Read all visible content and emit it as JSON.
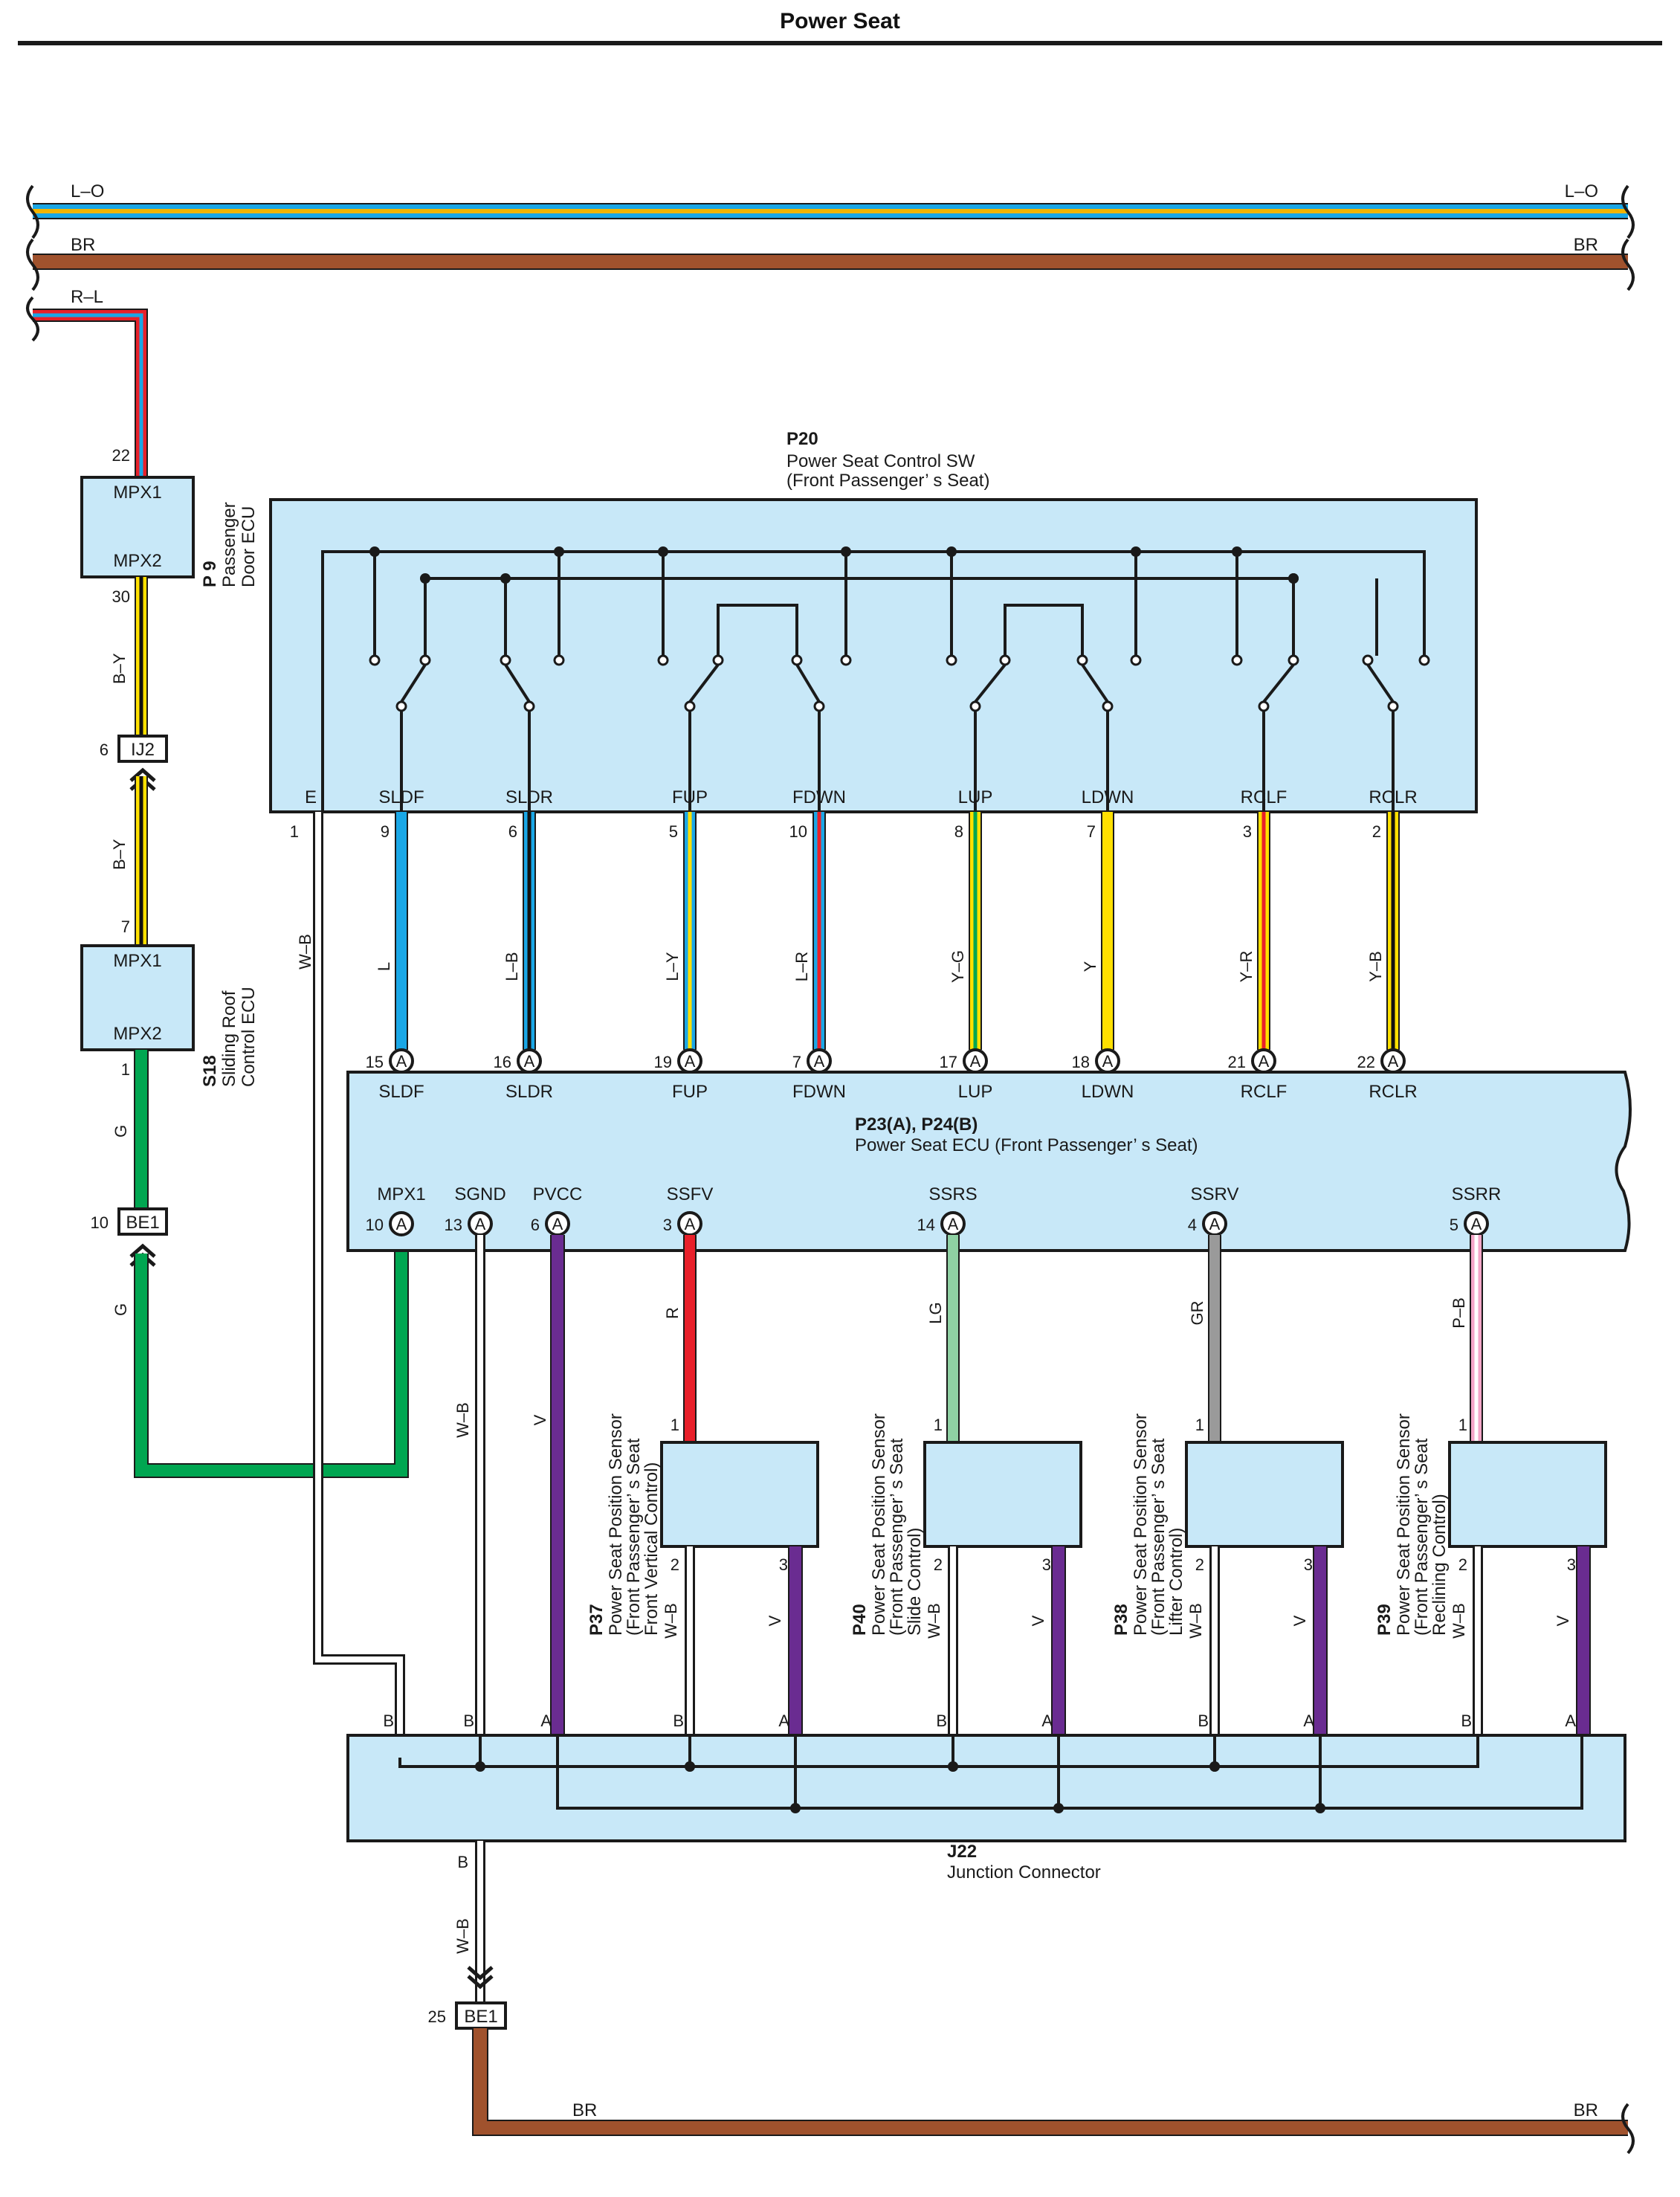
{
  "title": "Power Seat",
  "colors": {
    "box_fill": "#c8e8f8",
    "L": "#1aa7e6",
    "O": "#f4b400",
    "BR": "#a0522d",
    "R": "#e8202a",
    "Y": "#ffe000",
    "B": "#111111",
    "G": "#00a651",
    "W": "#ffffff",
    "V": "#6a2c91",
    "LG": "#8fd1a3",
    "GR": "#9a9a9a",
    "P": "#f4a6c8"
  },
  "buses": [
    {
      "id": "lo",
      "label_left": "L–O",
      "label_right": "L–O"
    },
    {
      "id": "br_top",
      "label_left": "BR",
      "label_right": "BR"
    },
    {
      "id": "rl",
      "label_left": "R–L"
    }
  ],
  "door_ecu": {
    "id": "P 9",
    "name_line1": "Passenger",
    "name_line2": "Door ECU",
    "pin_top": "MPX1",
    "pin_bottom": "MPX2",
    "pin_num_top": "22",
    "pin_num_bottom": "30"
  },
  "roof_ecu": {
    "id": "S18",
    "name_line1": "Sliding Roof",
    "name_line2": "Control ECU",
    "pin_top": "MPX1",
    "pin_bottom": "MPX2",
    "pin_num_top": "7",
    "pin_num_bottom": "1"
  },
  "ij2": {
    "label": "IJ2",
    "pin": "6"
  },
  "be1_a": {
    "label": "BE1",
    "pin": "10"
  },
  "be1_b": {
    "label": "BE1",
    "pin": "25"
  },
  "wire_labels": {
    "by1": "B–Y",
    "by2": "B–Y",
    "g1": "G",
    "g2": "G",
    "wb_left": "W–B",
    "wb_mid": "W–B",
    "wb_low": "W–B"
  },
  "switch": {
    "id": "P20",
    "name_line1": "Power Seat Control SW",
    "name_line2": "(Front Passenger’ s Seat)",
    "pins": [
      {
        "term": "E",
        "num": "1"
      },
      {
        "term": "SLDF",
        "num": "9",
        "wire": "L"
      },
      {
        "term": "SLDR",
        "num": "6",
        "wire": "L–B"
      },
      {
        "term": "FUP",
        "num": "5",
        "wire": "L–Y"
      },
      {
        "term": "FDWN",
        "num": "10",
        "wire": "L–R"
      },
      {
        "term": "LUP",
        "num": "8",
        "wire": "Y–G"
      },
      {
        "term": "LDWN",
        "num": "7",
        "wire": "Y"
      },
      {
        "term": "RCLF",
        "num": "3",
        "wire": "Y–R"
      },
      {
        "term": "RCLR",
        "num": "2",
        "wire": "Y–B"
      }
    ]
  },
  "ecu": {
    "id": "P23(A), P24(B)",
    "name": "Power Seat ECU (Front Passenger’ s Seat)",
    "conn": "A",
    "top_pins": [
      {
        "term": "SLDF",
        "num": "15"
      },
      {
        "term": "SLDR",
        "num": "16"
      },
      {
        "term": "FUP",
        "num": "19"
      },
      {
        "term": "FDWN",
        "num": "7"
      },
      {
        "term": "LUP",
        "num": "17"
      },
      {
        "term": "LDWN",
        "num": "18"
      },
      {
        "term": "RCLF",
        "num": "21"
      },
      {
        "term": "RCLR",
        "num": "22"
      }
    ],
    "bottom_pins": [
      {
        "term": "MPX1",
        "num": "10"
      },
      {
        "term": "SGND",
        "num": "13"
      },
      {
        "term": "PVCC",
        "num": "6"
      },
      {
        "term": "SSFV",
        "num": "3",
        "wire": "R"
      },
      {
        "term": "SSRS",
        "num": "14",
        "wire": "LG"
      },
      {
        "term": "SSRV",
        "num": "4",
        "wire": "GR"
      },
      {
        "term": "SSRR",
        "num": "5",
        "wire": "P–B"
      }
    ],
    "pvcc_wire": "V"
  },
  "sensors": [
    {
      "id": "P37",
      "l1": "Power Seat Position Sensor",
      "l2": "(Front Passenger’ s Seat",
      "l3": "Front Vertical Control)",
      "p1": "1",
      "p2": "2",
      "p3": "3",
      "w2": "W–B",
      "w3": "V"
    },
    {
      "id": "P40",
      "l1": "Power Seat Position Sensor",
      "l2": "(Front Passenger’ s Seat",
      "l3": "Slide Control)",
      "p1": "1",
      "p2": "2",
      "p3": "3",
      "w2": "W–B",
      "w3": "V"
    },
    {
      "id": "P38",
      "l1": "Power Seat Position Sensor",
      "l2": "(Front Passenger’ s Seat",
      "l3": "Lifter Control)",
      "p1": "1",
      "p2": "2",
      "p3": "3",
      "w2": "W–B",
      "w3": "V"
    },
    {
      "id": "P39",
      "l1": "Power Seat Position Sensor",
      "l2": "(Front Passenger’ s Seat",
      "l3": "Reclining Control)",
      "p1": "1",
      "p2": "2",
      "p3": "3",
      "w2": "W–B",
      "w3": "V"
    }
  ],
  "junction": {
    "id": "J22",
    "name": "Junction Connector",
    "bottom_pin": "B",
    "top_pins": [
      "B",
      "B",
      "A",
      "B",
      "A",
      "B",
      "A",
      "B",
      "A",
      "B",
      "A"
    ]
  },
  "bottom_bus": {
    "label_left": "BR",
    "label_right": "BR"
  }
}
